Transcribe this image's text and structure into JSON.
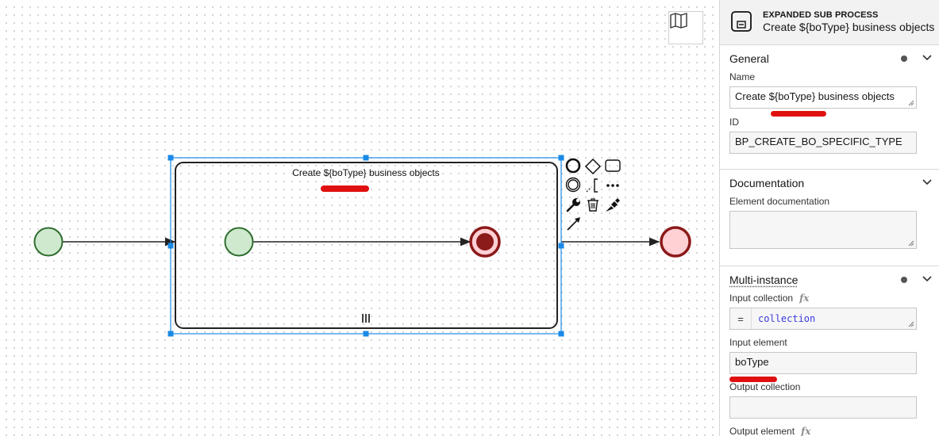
{
  "canvas": {
    "map_icon": "map-icon",
    "subprocess_label": "Create ${boType} business objects",
    "multi_instance_marker": "parallel-multi-instance-marker",
    "palette_icons": [
      "start-event-icon",
      "gateway-icon",
      "task-icon",
      "intermediate-event-icon",
      "text-annotation-icon",
      "more-icon",
      "wrench-icon",
      "trash-icon",
      "color-icon",
      "connect-arrow-icon"
    ]
  },
  "panel": {
    "header": {
      "type": "EXPANDED SUB PROCESS",
      "name": "Create ${boType} business objects"
    },
    "general": {
      "title": "General",
      "name_label": "Name",
      "name_value": "Create ${boType} business objects",
      "id_label": "ID",
      "id_value": "BP_CREATE_BO_SPECIFIC_TYPE"
    },
    "documentation": {
      "title": "Documentation",
      "label": "Element documentation",
      "value": ""
    },
    "multi_instance": {
      "title": "Multi-instance",
      "input_collection_label": "Input collection",
      "input_collection_eq": "=",
      "input_collection_value": "collection",
      "input_element_label": "Input element",
      "input_element_value": "boType",
      "output_collection_label": "Output collection",
      "output_collection_value": "",
      "output_element_label": "Output element",
      "fx": "fx"
    }
  },
  "colors": {
    "selection": "#1a8ae6",
    "start_fill": "#cfe9cf",
    "start_stroke": "#2f6d2f",
    "end_fill": "#ffd0d4",
    "end_stroke": "#8b1a1a",
    "highlight": "#e01010"
  }
}
